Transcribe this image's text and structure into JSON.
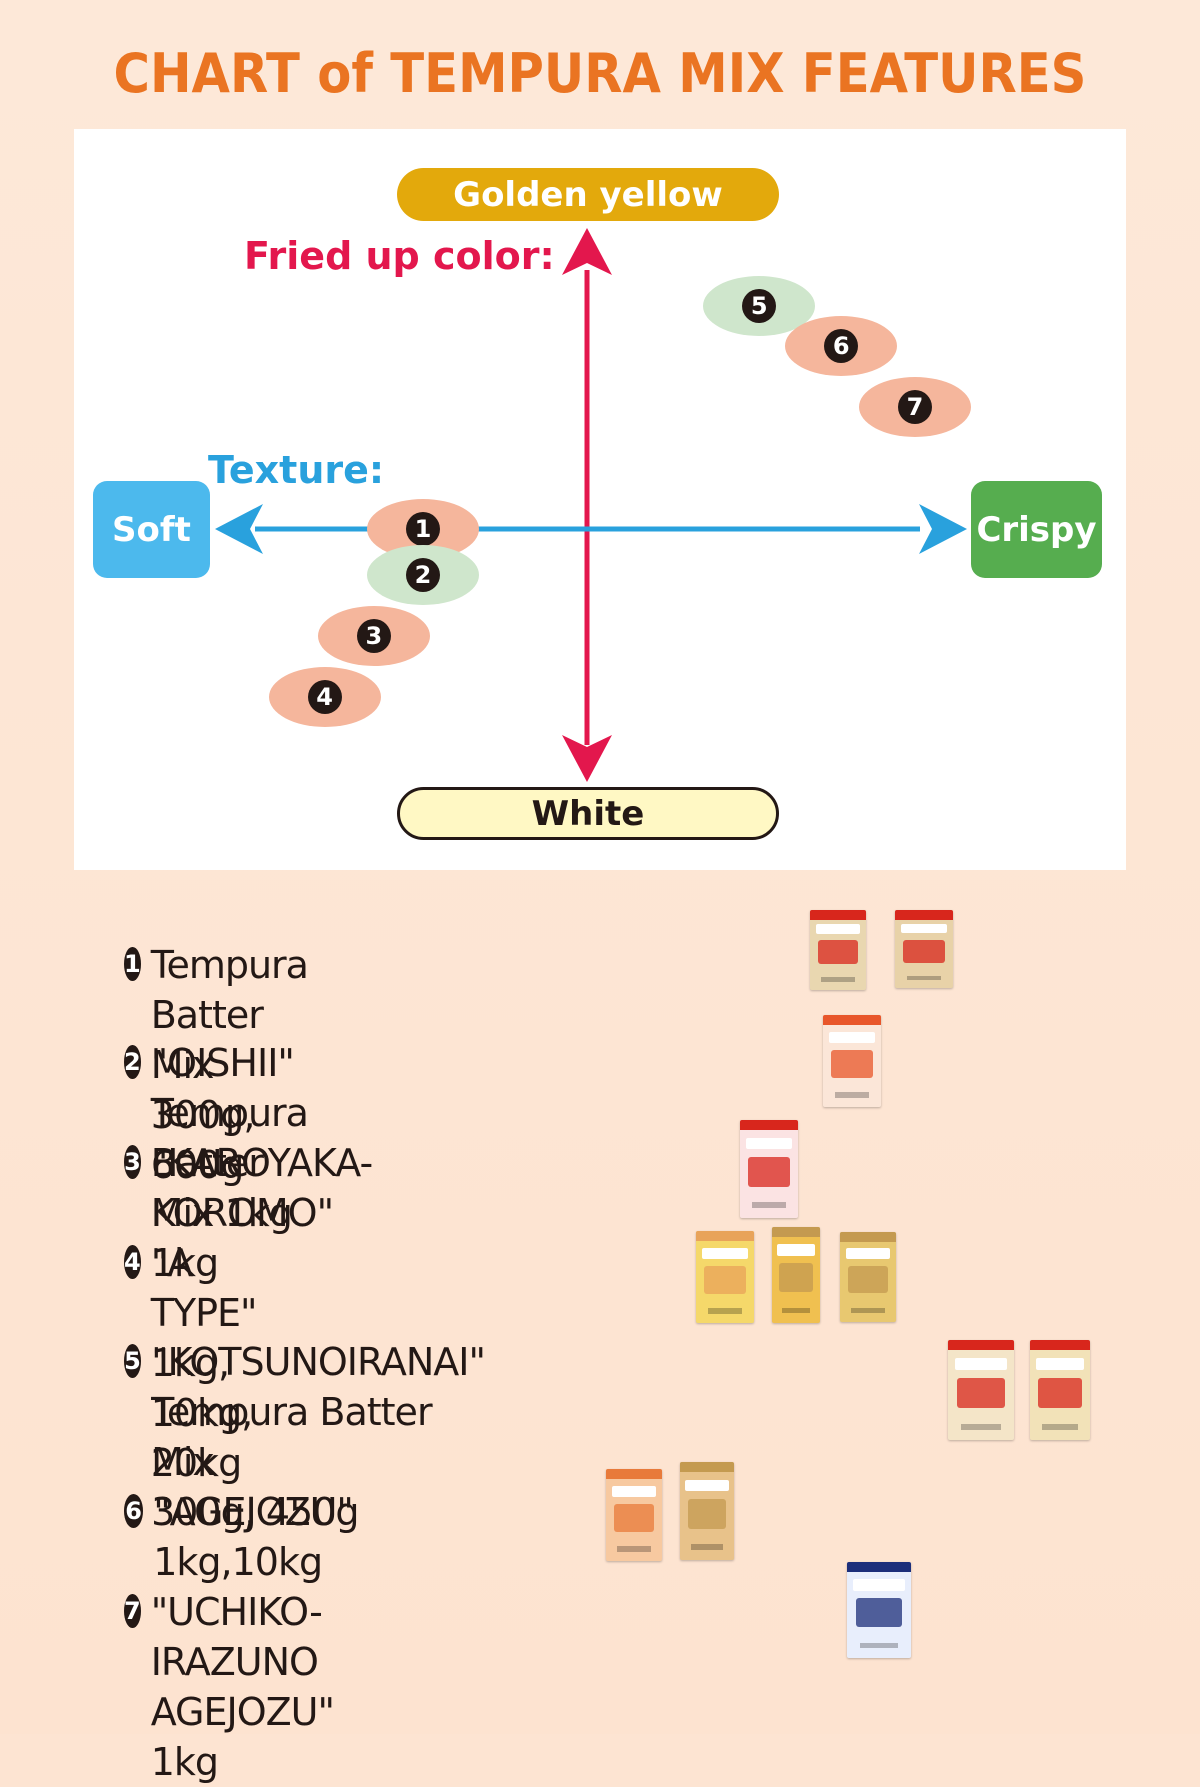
{
  "title": "CHART of TEMPURA MIX FEATURES",
  "chart_data": {
    "type": "scatter",
    "title": "CHART of TEMPURA MIX FEATURES",
    "y_axis": {
      "label": "Fried up color:",
      "top": "Golden yellow",
      "bottom": "White"
    },
    "x_axis": {
      "label": "Texture:",
      "left": "Soft",
      "right": "Crispy"
    },
    "points": [
      {
        "id": "1",
        "texture": -0.4,
        "color": 0.0,
        "color_code": "#f5b69c"
      },
      {
        "id": "2",
        "texture": -0.4,
        "color": -0.15,
        "color_code": "#cfe6cc"
      },
      {
        "id": "3",
        "texture": -0.52,
        "color": -0.35,
        "color_code": "#f5b69c"
      },
      {
        "id": "4",
        "texture": -0.64,
        "color": -0.55,
        "color_code": "#f5b69c"
      },
      {
        "id": "5",
        "texture": 0.42,
        "color": 0.73,
        "color_code": "#cfe6cc"
      },
      {
        "id": "6",
        "texture": 0.62,
        "color": 0.6,
        "color_code": "#f5b69c"
      },
      {
        "id": "7",
        "texture": 0.8,
        "color": 0.4,
        "color_code": "#f5b69c"
      }
    ]
  },
  "products": [
    {
      "num": "❶",
      "name": "Tempura Batter Mix 300g, 600g"
    },
    {
      "num": "❷",
      "name": "\"OISHII\" Tempura Batter Mix 1kg"
    },
    {
      "num": "❸",
      "name": "\"KAROYAKA-KOROMO\" 1kg"
    },
    {
      "num": "❹",
      "name": "\"A TYPE\" 1kg, 10kg, 20kg"
    },
    {
      "num": "❺",
      "name": "\"KOTSUNOIRANAI\" Tempura Batter Mix",
      "name2": "300g, 450g"
    },
    {
      "num": "❻",
      "name": "\"AGEJOZU\" 1kg,10kg"
    },
    {
      "num": "❼",
      "name": "\"UCHIKO-IRAZUNO AGEJOZU\" 1kg"
    }
  ],
  "colors": {
    "title": "#ea7422",
    "vertical_axis": "#e3174d",
    "horizontal_axis": "#29a1dd",
    "gold": "#e3a90c",
    "soft": "#4cb9ed",
    "crispy": "#56ad4f"
  }
}
